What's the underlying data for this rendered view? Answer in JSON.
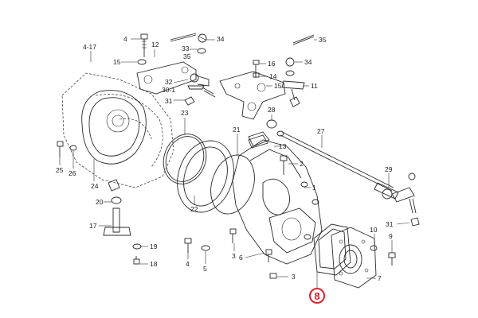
{
  "diagram": {
    "highlight_color": "#e0202a",
    "highlight_part": "8",
    "labels": {
      "p4_17": "4-17",
      "p4a": "4",
      "p12": "12",
      "p34a": "34",
      "p33": "33",
      "p35a": "35",
      "p15a": "15",
      "p32": "32",
      "p30_1": "30-1",
      "p31a": "31",
      "p35b": "35",
      "p16": "16",
      "p34b": "34",
      "p14": "14",
      "p15b": "15",
      "p11": "11",
      "p28": "28",
      "p23": "23",
      "p21": "21",
      "p27": "27",
      "p13": "13",
      "p2": "2",
      "p1": "1",
      "p25": "25",
      "p26": "26",
      "p24": "24",
      "p20": "20",
      "p17": "17",
      "p19": "19",
      "p18": "18",
      "p22": "22",
      "p4b": "4",
      "p5": "5",
      "p3a": "3",
      "p3b": "3",
      "p6": "6",
      "p29": "29",
      "p31b": "31",
      "p10": "10",
      "p9": "9",
      "p7": "7",
      "p8": "8"
    }
  }
}
